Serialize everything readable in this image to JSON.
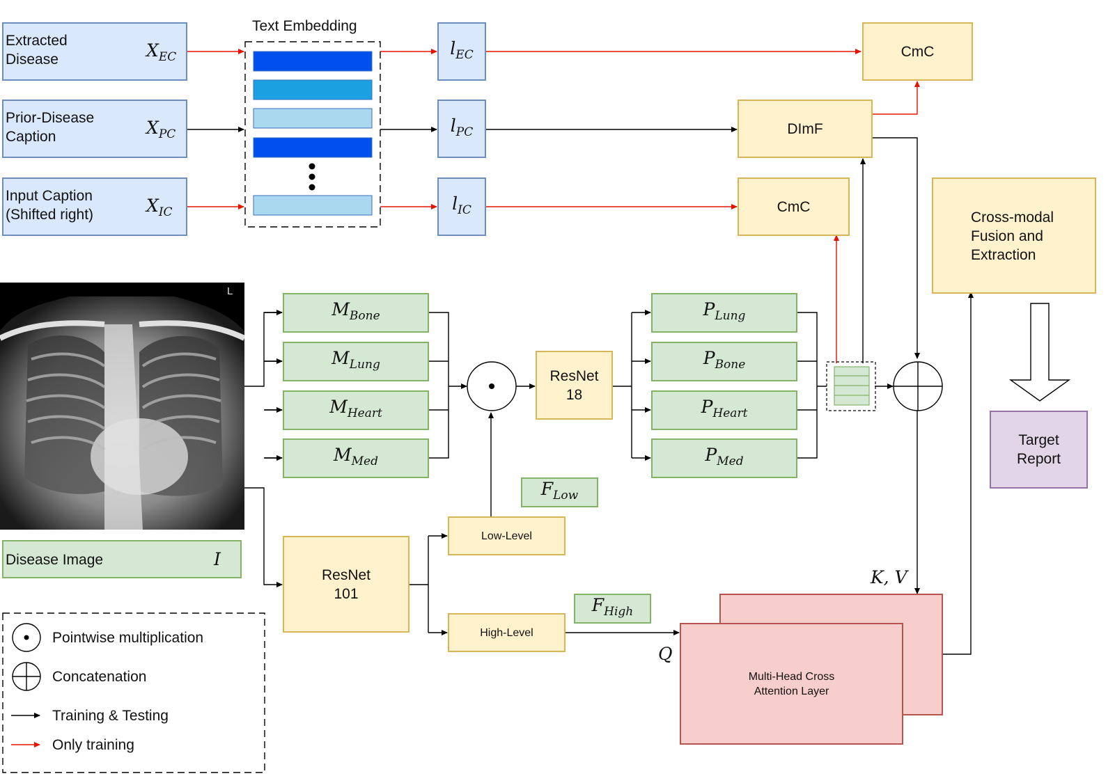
{
  "inputs": {
    "extracted": {
      "label": "Extracted\nDisease",
      "var": "X",
      "sub": "EC"
    },
    "prior": {
      "label": "Prior-Disease\nCaption",
      "var": "X",
      "sub": "PC"
    },
    "input": {
      "label": "Input Caption\n(Shifted right)",
      "var": "X",
      "sub": "IC"
    }
  },
  "text_embedding": {
    "title": "Text Embedding",
    "bar_colors": [
      "#0050ef",
      "#1ba1e2",
      "#a9d8ef",
      "#0050ef",
      "#a9d8ef"
    ]
  },
  "embeddings": {
    "ec": {
      "var": "l",
      "sub": "EC"
    },
    "pc": {
      "var": "l",
      "sub": "PC"
    },
    "ic": {
      "var": "l",
      "sub": "IC"
    }
  },
  "cmc_top": {
    "label": "CmC"
  },
  "dimf": {
    "label": "DImF"
  },
  "cmc_mid": {
    "label": "CmC"
  },
  "fusion": {
    "label": "Cross-modal\nFusion and\nExtraction"
  },
  "target": {
    "label": "Target\nReport"
  },
  "image": {
    "label": "Disease Image",
    "var": "I",
    "corner_mark": "L"
  },
  "masks": [
    {
      "var": "M",
      "sub": "Bone"
    },
    {
      "var": "M",
      "sub": "Lung"
    },
    {
      "var": "M",
      "sub": "Heart"
    },
    {
      "var": "M",
      "sub": "Med"
    }
  ],
  "parts": [
    {
      "var": "P",
      "sub": "Lung"
    },
    {
      "var": "P",
      "sub": "Bone"
    },
    {
      "var": "P",
      "sub": "Heart"
    },
    {
      "var": "P",
      "sub": "Med"
    }
  ],
  "resnet18": {
    "label": "ResNet\n18"
  },
  "resnet101": {
    "label": "ResNet\n101"
  },
  "low_level": {
    "label": "Low-Level"
  },
  "high_level": {
    "label": "High-Level"
  },
  "f_low": {
    "var": "F",
    "sub": "Low"
  },
  "f_high": {
    "var": "F",
    "sub": "High"
  },
  "kv": {
    "label": "K, V"
  },
  "q": {
    "label": "Q"
  },
  "attention": {
    "label": "Multi-Head Cross\nAttention Layer"
  },
  "legend": {
    "pointwise": "Pointwise multiplication",
    "concat": "Concatenation",
    "train_test": "Training & Testing",
    "only_train": "Only training"
  },
  "colors": {
    "black_arrow": "#000000",
    "red_arrow": "#e51400"
  }
}
